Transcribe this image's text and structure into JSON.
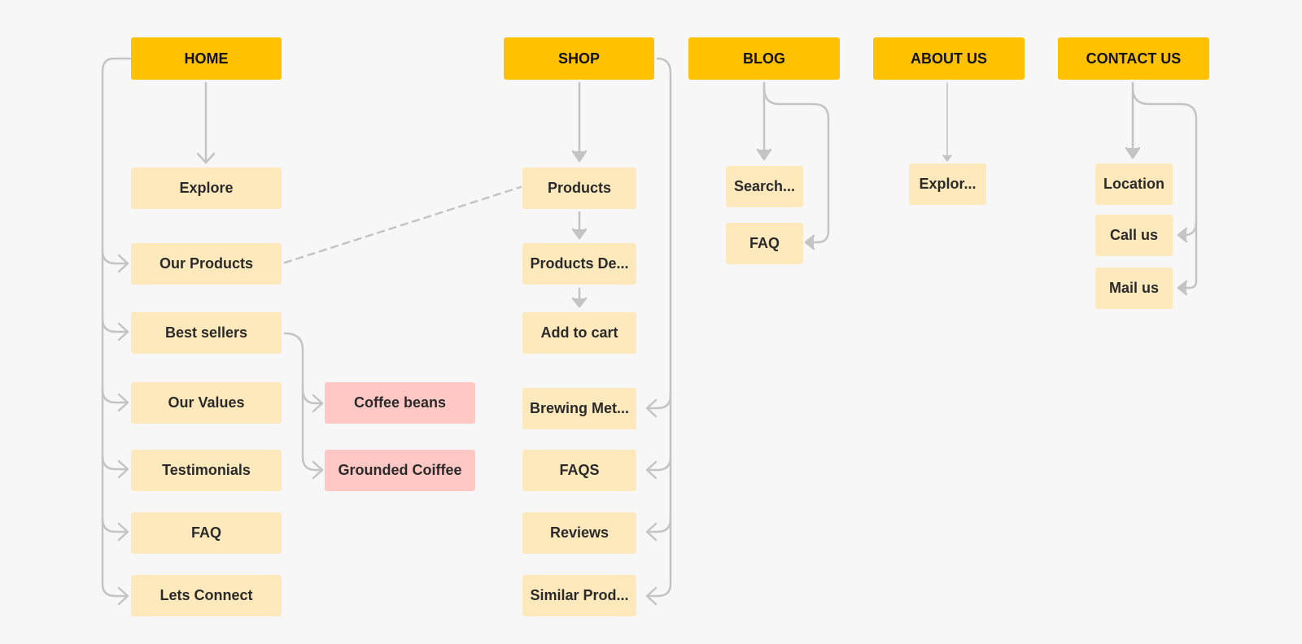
{
  "colors": {
    "background": "#f7f7f8",
    "main_node": "#ffc100",
    "sub_node": "#fde9bb",
    "highlight_node": "#ffc8c5",
    "connector": "#c4c4c4"
  },
  "main_nav": {
    "home": "HOME",
    "shop": "SHOP",
    "blog": "BLOG",
    "about": "ABOUT US",
    "contact": "CONTACT US"
  },
  "home": {
    "items": [
      "Explore",
      "Our Products",
      "Best sellers",
      "Our Values",
      "Testimonials",
      "FAQ",
      "Lets Connect"
    ],
    "best_sellers_children": [
      "Coffee beans",
      "Grounded Coiffee"
    ]
  },
  "shop": {
    "items": [
      "Products",
      "Products De...",
      "Add to cart",
      "Brewing Met...",
      "FAQS",
      "Reviews",
      "Similar Prod..."
    ]
  },
  "blog": {
    "items": [
      "Search...",
      "FAQ"
    ]
  },
  "about": {
    "items": [
      "Explor..."
    ]
  },
  "contact": {
    "items": [
      "Location",
      "Call us",
      "Mail us"
    ]
  }
}
